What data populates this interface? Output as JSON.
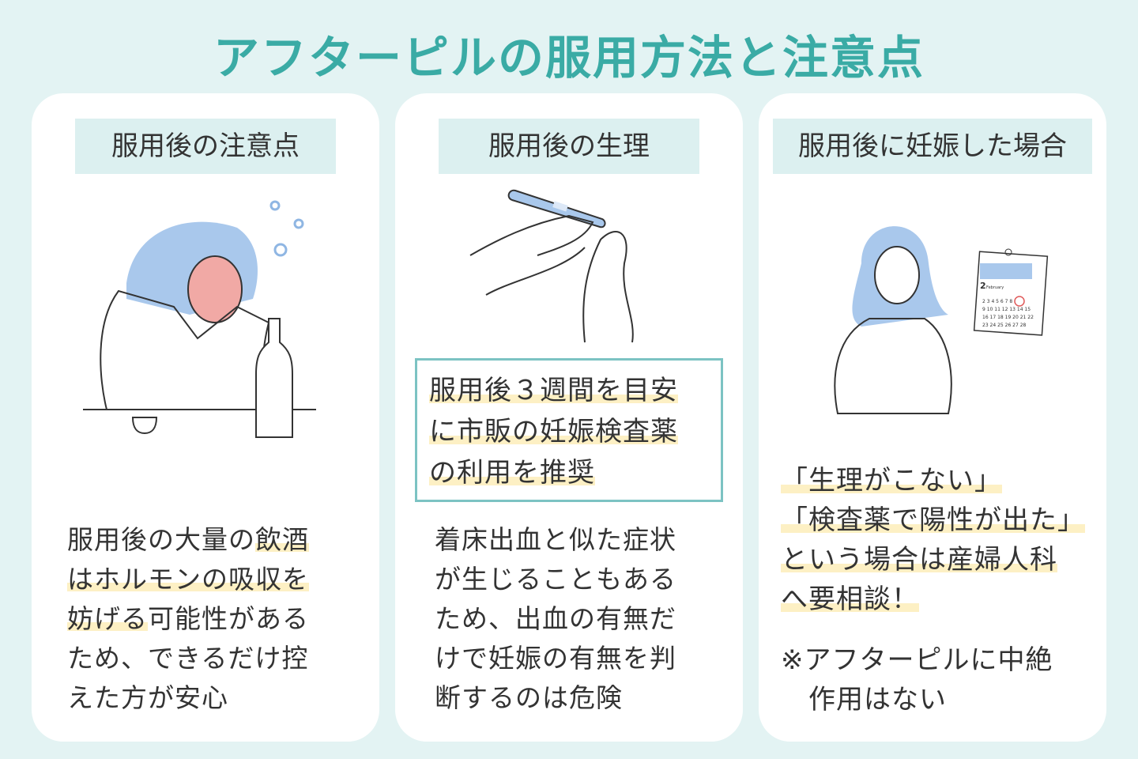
{
  "title": "アフターピルの服用方法と注意点",
  "cards": [
    {
      "heading": "服用後の注意点",
      "lines": [
        [
          {
            "t": "服用後の大量の",
            "h": false
          },
          {
            "t": "飲酒",
            "h": true
          }
        ],
        [
          {
            "t": "はホルモンの吸収を",
            "h": true
          }
        ],
        [
          {
            "t": "妨げる",
            "h": true
          },
          {
            "t": "可能性がある",
            "h": false
          }
        ],
        [
          {
            "t": "ため、できるだけ控",
            "h": false
          }
        ],
        [
          {
            "t": "えた方が安心",
            "h": false
          }
        ]
      ]
    },
    {
      "heading": "服用後の生理",
      "box_lines": [
        "服用後３週間を目安",
        "に市販の妊娠検査薬",
        "の利用を推奨"
      ],
      "lines": [
        "着床出血と似た症状",
        "が生じることもある",
        "ため、出血の有無だ",
        "けで妊娠の有無を判",
        "断するのは危険"
      ]
    },
    {
      "heading": "服用後に妊娠した場合",
      "hl_lines": [
        "「生理がこない」",
        "「検査薬で陽性が出た」",
        "という場合は産婦人科",
        "へ要相談！"
      ],
      "note_lines": [
        "※アフターピルに中絶",
        "　作用はない"
      ],
      "calendar": {
        "month": "2",
        "month_name": "February"
      }
    }
  ],
  "colors": {
    "accent": "#3aaba5",
    "highlight": "#fdf0c4",
    "hair": "#a9c8ec",
    "face": "#f1a9a5"
  }
}
